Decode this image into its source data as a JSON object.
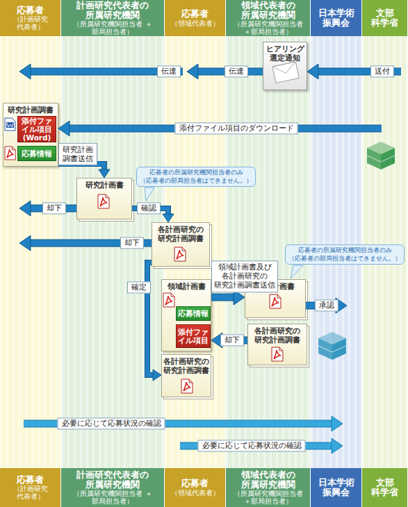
{
  "diagram": {
    "nodes": [
      {
        "text": [
          "応募者",
          "（計画研究 代表者）",
          "応募者",
          "（計画研究 代表者）"
        ]
      },
      {
        "text": [
          "計画研究代表者の 所属研究機関",
          "（所属研究機関担当者 ＋部局担当者）",
          "計画研究代表者の 所属研究機関",
          "（所属研究機関担当者 ＋部局担当者）"
        ]
      },
      {
        "text": [
          "応募者",
          "（領域代表者）",
          "応募者",
          "（領域代表者）"
        ]
      },
      {
        "text": [
          "領域代表者の 所属研究機関",
          "（所属研究機関担当者 ＋部局担当者）",
          "領域代表者の 所属研究機関",
          "（所属研究機関担当者 ＋部局担当者）"
        ]
      },
      {
        "text": [
          "日本学術 振興会",
          "日本学術 振興会"
        ]
      },
      {
        "text": [
          "文部 科学省",
          "文部 科学省"
        ]
      },
      {
        "text": [
          "ヒアリング 選定通知"
        ],
        "in": 3
      },
      {
        "text": [
          "研究計画調書"
        ],
        "in": 0
      },
      {
        "text": [
          "添付ファイル項目 (Word)"
        ],
        "in": 7
      },
      {
        "text": [
          "応募情報"
        ],
        "in": 7
      },
      {
        "text": [
          "研究計画書"
        ],
        "in": 1
      },
      {
        "text": [
          "各計画研究の 研究計画調書"
        ],
        "in": 2
      },
      {
        "text": [
          "領域計画書"
        ],
        "in": 2
      },
      {
        "text": [
          "応募情報"
        ],
        "in": 12
      },
      {
        "text": [
          "添付ファイル項目"
        ],
        "in": 12
      },
      {
        "text": [
          "各計画研究の 研究計画調書"
        ],
        "in": 2
      },
      {
        "text": [
          "領域計画書"
        ],
        "in": 3
      },
      {
        "text": [
          "各計画研究の 研究計画調書"
        ],
        "in": 3
      }
    ],
    "edges": [
      {
        "from": 5,
        "to": 6,
        "arrow": "to",
        "label": "送付"
      },
      {
        "from": 6,
        "to": 2,
        "arrow": "to",
        "label": "伝達"
      },
      {
        "from": 2,
        "to": 0,
        "arrow": "to",
        "label": "伝達"
      },
      {
        "from": 5,
        "to": 7,
        "arrow": "to",
        "label": "添付ファイル項目のダウンロード"
      },
      {
        "from": 7,
        "to": 10,
        "arrow": "to",
        "label": "研究計画 調書送信"
      },
      {
        "from": 10,
        "to": 0,
        "arrow": "to",
        "label": "却下"
      },
      {
        "from": 10,
        "to": 11,
        "arrow": "to",
        "label": "確認"
      },
      {
        "from": 11,
        "to": 0,
        "arrow": "to",
        "label": "却下"
      },
      {
        "from": 11,
        "to": 15,
        "arrow": "to",
        "label": "確定"
      },
      {
        "from": 12,
        "to": 16,
        "arrow": "to",
        "label": "領域計画書及び 各計画研究の 研究計画調書送信"
      },
      {
        "from": 16,
        "to": 4,
        "arrow": "to",
        "label": "承認"
      },
      {
        "from": 17,
        "to": 12,
        "arrow": "to",
        "label": "却下"
      },
      {
        "from": 0,
        "to": 4,
        "arrow": "to",
        "label": "必要に応じて応募状況の確認"
      },
      {
        "from": 2,
        "to": 4,
        "arrow": "to",
        "label": "必要に応じて応募状況の確認"
      }
    ],
    "labels": [
      "応募者の所属研究機関担当者のみ （応募者の部局担当者はできません。）",
      "応募者の所属研究機関担当者のみ （応募者の部局担当者はできません。）"
    ]
  }
}
